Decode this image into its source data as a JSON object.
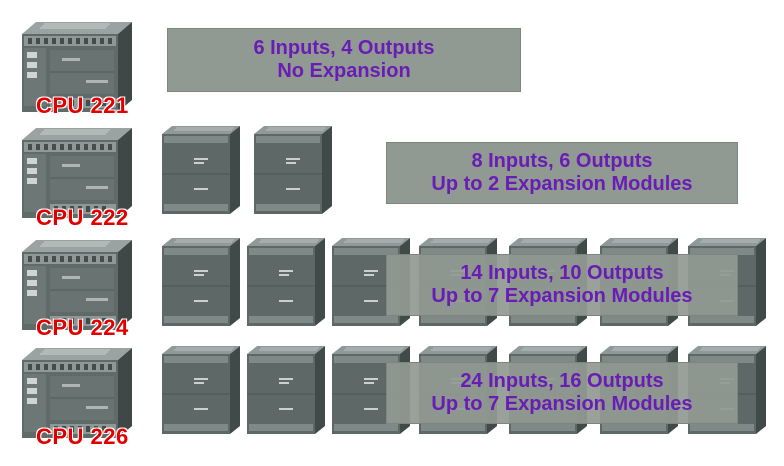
{
  "rows": [
    {
      "cpu_label": "CPU 221",
      "spec_line1": "6 Inputs, 4 Outputs",
      "spec_line2": "No Expansion",
      "expansion_modules_shown": 0
    },
    {
      "cpu_label": "CPU 222",
      "spec_line1": "8 Inputs, 6 Outputs",
      "spec_line2": "Up to 2 Expansion Modules",
      "expansion_modules_shown": 2
    },
    {
      "cpu_label": "CPU 224",
      "spec_line1": "14 Inputs, 10 Outputs",
      "spec_line2": "Up to 7 Expansion Modules",
      "expansion_modules_shown": 7
    },
    {
      "cpu_label": "CPU 226",
      "spec_line1": "24 Inputs, 16 Outputs",
      "spec_line2": "Up to 7 Expansion Modules",
      "expansion_modules_shown": 7
    }
  ],
  "colors": {
    "cpu_label": "#e00000",
    "spec_text": "#6a1db5",
    "spec_box": "#919a92",
    "module_body": "#5d6867"
  }
}
